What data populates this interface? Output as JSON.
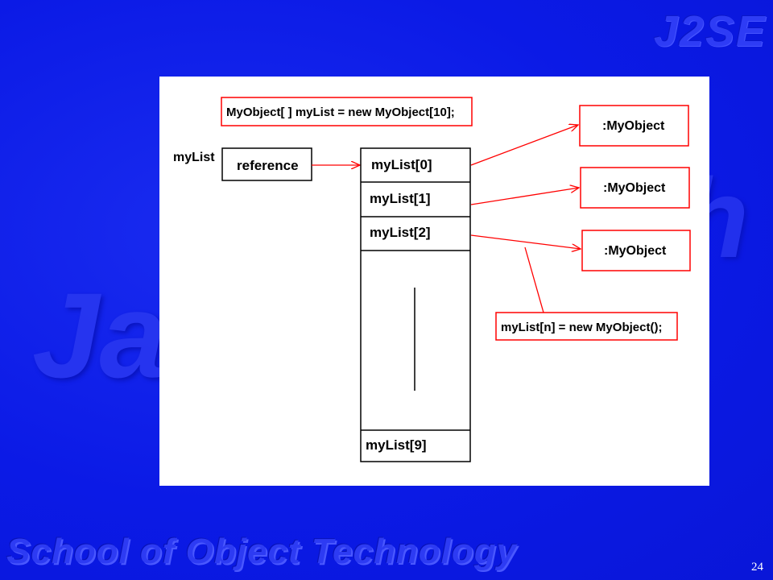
{
  "slide": {
    "watermark_top": "J2SE",
    "watermark_left": "Ja",
    "watermark_right": "h",
    "footer": "School of Object Technology",
    "page_number": "24"
  },
  "diagram": {
    "declaration": "MyObject[ ] myList = new MyObject[10];",
    "variable_label": "myList",
    "reference_label": "reference",
    "cells": [
      "myList[0]",
      "myList[1]",
      "myList[2]",
      "myList[9]"
    ],
    "objects": [
      ":MyObject",
      ":MyObject",
      ":MyObject"
    ],
    "assignment": "myList[n] = new MyObject();",
    "colors": {
      "red": "#ff0000",
      "black": "#000000",
      "text": "#000000"
    }
  }
}
